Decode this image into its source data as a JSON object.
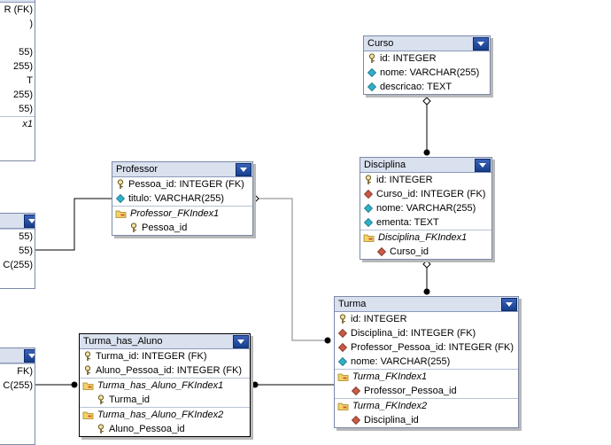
{
  "colors": {
    "header_bg": "#d9e0ee",
    "line": "#000000",
    "grey_line": "#808080"
  },
  "tables": {
    "curso": {
      "title": "Curso",
      "rows": [
        {
          "icon": "key-icon",
          "text": "id: INTEGER"
        },
        {
          "icon": "cyan-diamond-icon",
          "text": "nome: VARCHAR(255)"
        },
        {
          "icon": "cyan-diamond-icon",
          "text": "descricao: TEXT"
        }
      ]
    },
    "disciplina": {
      "title": "Disciplina",
      "rows": [
        {
          "icon": "key-icon",
          "text": "id: INTEGER"
        },
        {
          "icon": "red-diamond-icon",
          "text": "Curso_id: INTEGER (FK)"
        },
        {
          "icon": "cyan-diamond-icon",
          "text": "nome: VARCHAR(255)"
        },
        {
          "icon": "cyan-diamond-icon",
          "text": "ementa: TEXT"
        }
      ],
      "indexes": [
        {
          "name": "Disciplina_FKIndex1",
          "cols": [
            "Curso_id"
          ]
        }
      ]
    },
    "professor": {
      "title": "Professor",
      "rows": [
        {
          "icon": "key-icon",
          "text": "Pessoa_id: INTEGER (FK)"
        },
        {
          "icon": "cyan-diamond-icon",
          "text": "titulo: VARCHAR(255)"
        }
      ],
      "indexes": [
        {
          "name": "Professor_FKIndex1",
          "cols": [
            "Pessoa_id"
          ]
        }
      ]
    },
    "turma": {
      "title": "Turma",
      "rows": [
        {
          "icon": "key-icon",
          "text": "id: INTEGER"
        },
        {
          "icon": "red-diamond-icon",
          "text": "Disciplina_id: INTEGER (FK)"
        },
        {
          "icon": "red-diamond-icon",
          "text": "Professor_Pessoa_id: INTEGER (FK)"
        },
        {
          "icon": "cyan-diamond-icon",
          "text": "nome: VARCHAR(255)"
        }
      ],
      "indexes": [
        {
          "name": "Turma_FKIndex1",
          "cols": [
            "Professor_Pessoa_id"
          ]
        },
        {
          "name": "Turma_FKIndex2",
          "cols": [
            "Disciplina_id"
          ]
        }
      ]
    },
    "turma_has_aluno": {
      "title": "Turma_has_Aluno",
      "rows": [
        {
          "icon": "key-icon",
          "text": "Turma_id: INTEGER (FK)"
        },
        {
          "icon": "key-icon",
          "text": "Aluno_Pessoa_id: INTEGER (FK)"
        }
      ],
      "indexes": [
        {
          "name": "Turma_has_Aluno_FKIndex1",
          "cols": [
            "Turma_id"
          ]
        },
        {
          "name": "Turma_has_Aluno_FKIndex2",
          "cols": [
            "Aluno_Pessoa_id"
          ]
        }
      ]
    },
    "left_top": {
      "rows": [
        "R (FK)",
        ")",
        "",
        "55)",
        "255)",
        "T",
        "255)",
        "55)",
        "x1"
      ]
    },
    "left_mid": {
      "rows": [
        "55)",
        "55)",
        "C(255)"
      ]
    },
    "left_bot": {
      "rows": [
        "FK)",
        "C(255)"
      ]
    }
  }
}
